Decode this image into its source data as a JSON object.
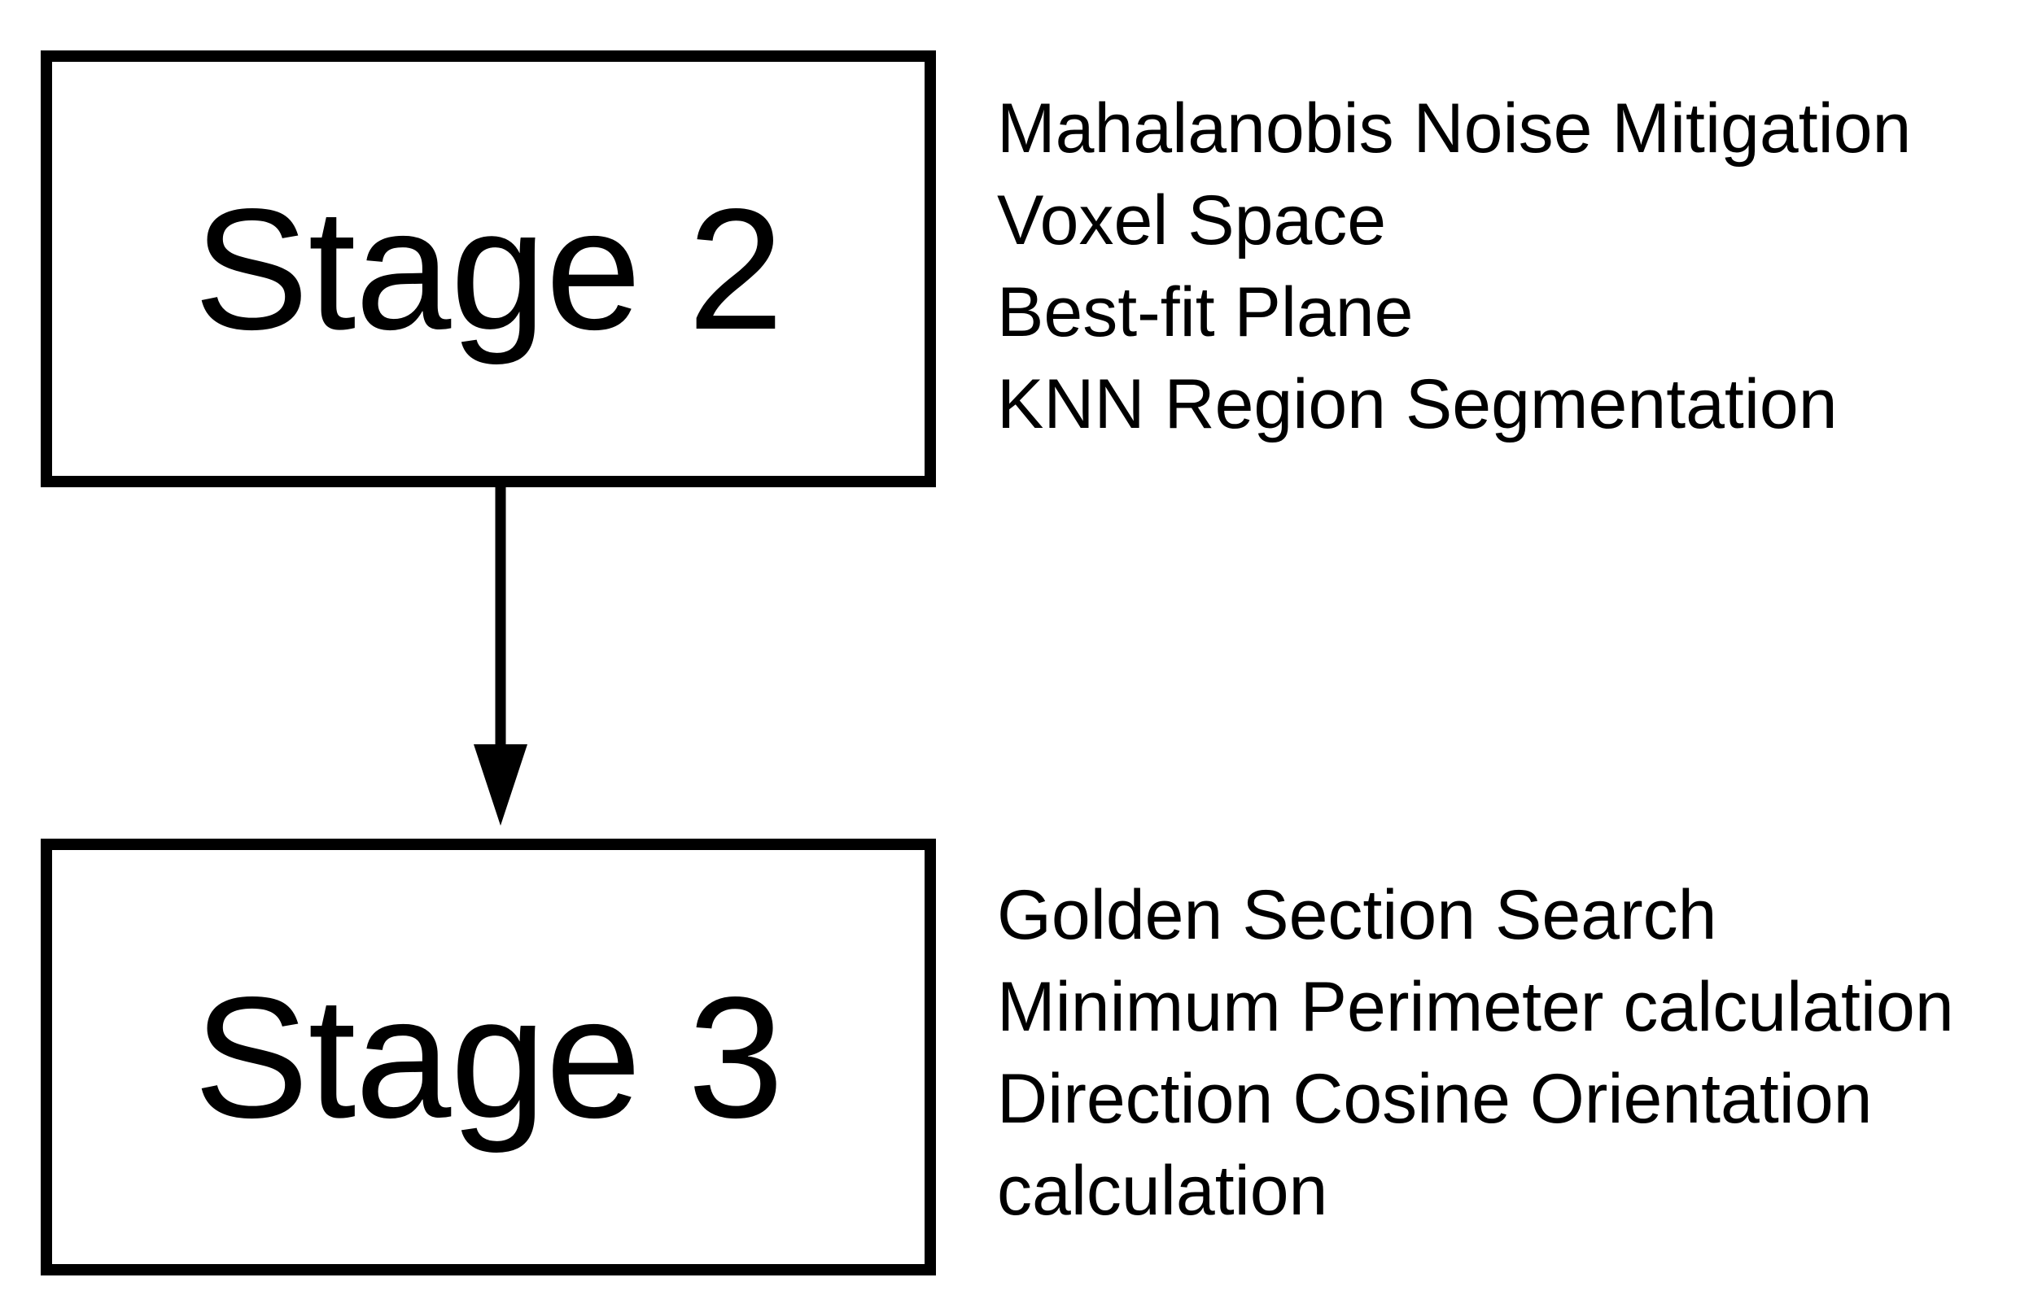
{
  "stages": [
    {
      "title": "Stage 2",
      "steps": [
        "Mahalanobis Noise Mitigation",
        "Voxel Space",
        "Best-fit Plane",
        "KNN Region Segmentation"
      ]
    },
    {
      "title": "Stage 3",
      "steps": [
        "Golden Section Search",
        "Minimum Perimeter calculation",
        "Direction Cosine Orientation",
        "calculation"
      ]
    }
  ],
  "colors": {
    "stroke": "#000000",
    "background": "#ffffff"
  }
}
